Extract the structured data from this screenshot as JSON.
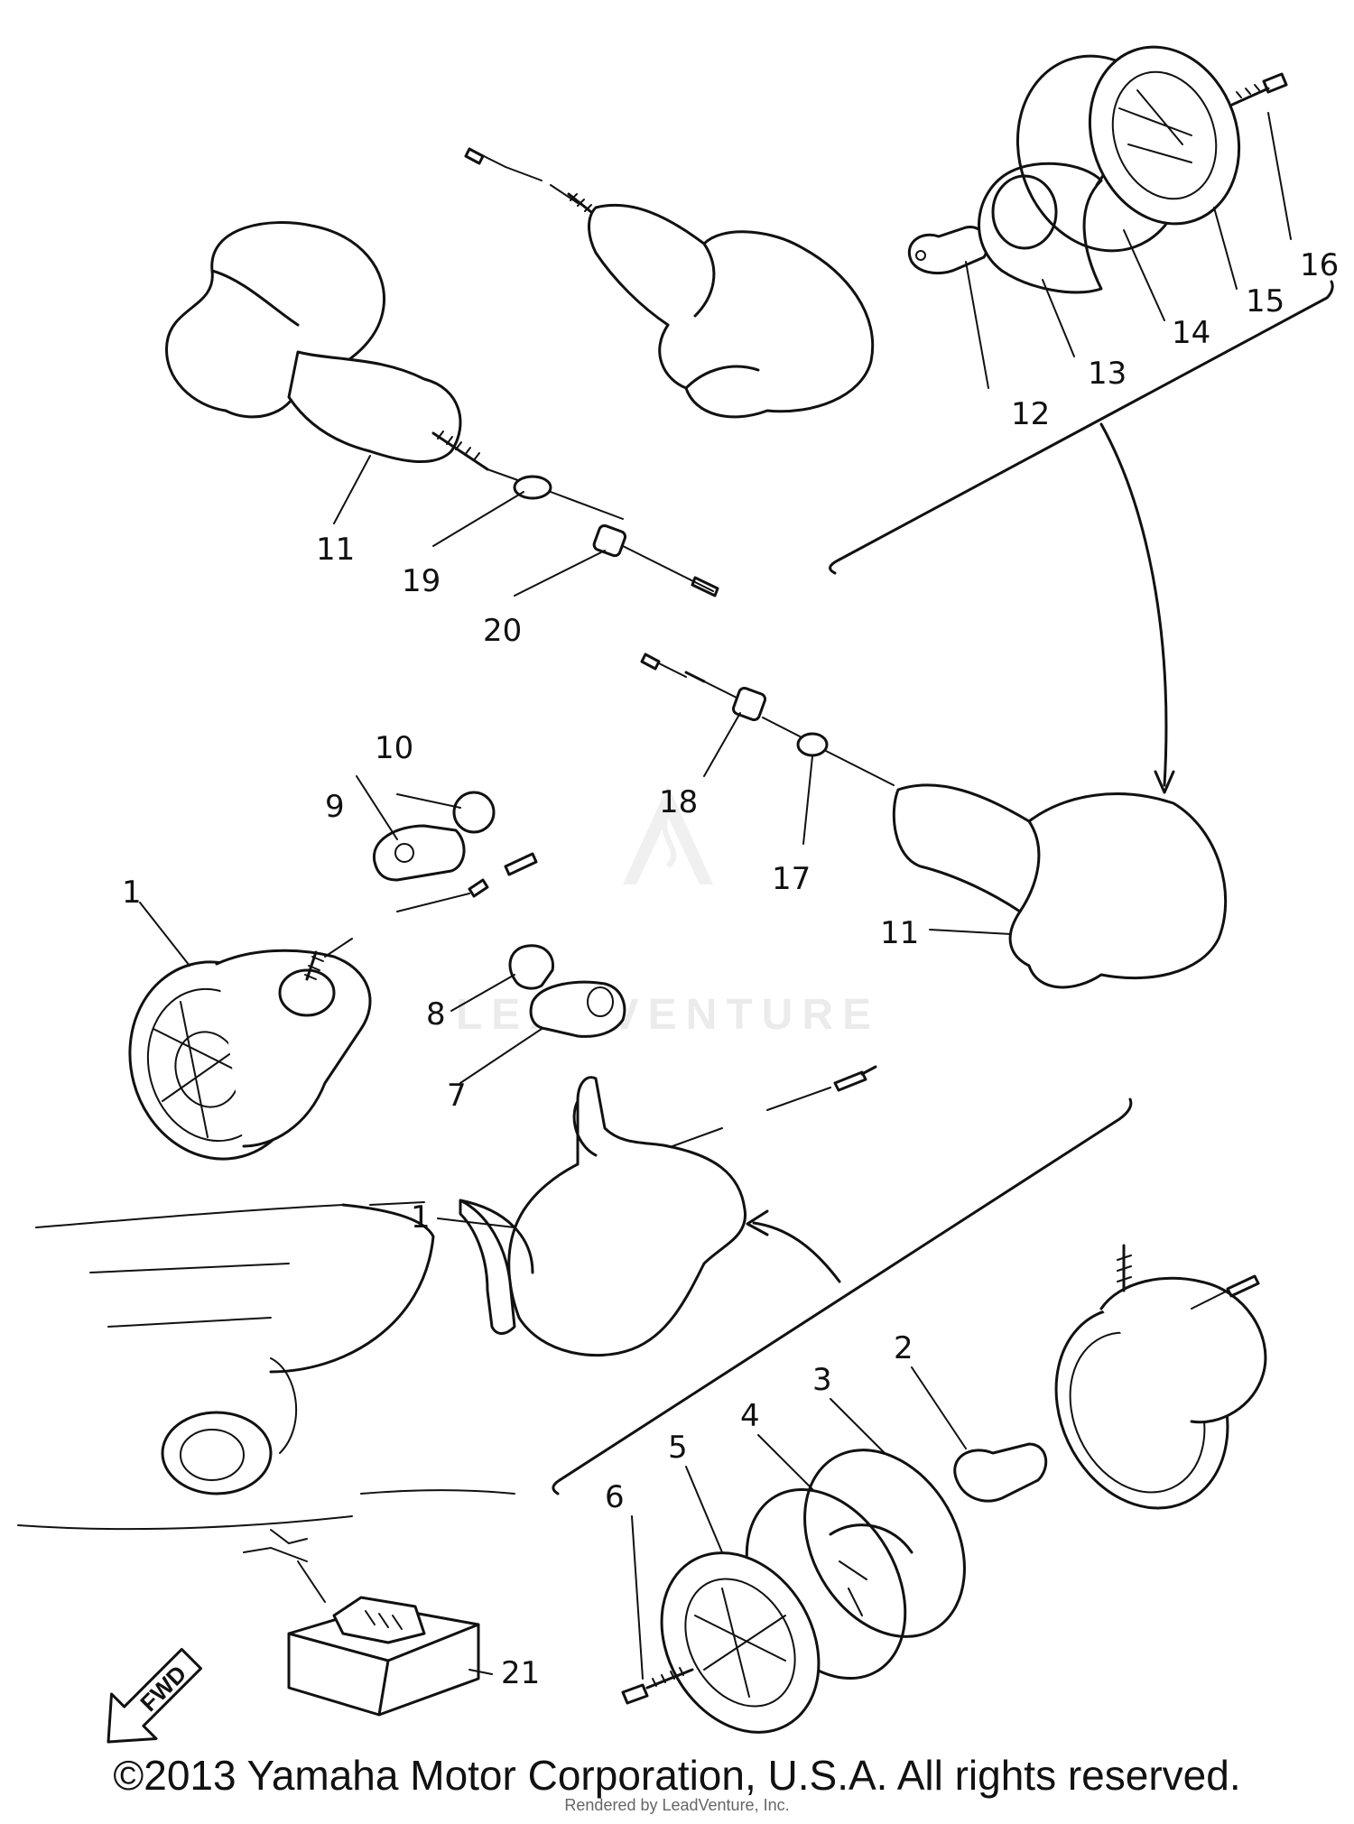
{
  "callouts": {
    "n1a": "1",
    "n1b": "1",
    "n2": "2",
    "n3": "3",
    "n4": "4",
    "n5": "5",
    "n6": "6",
    "n7": "7",
    "n8": "8",
    "n9": "9",
    "n10": "10",
    "n11a": "11",
    "n11b": "11",
    "n12": "12",
    "n13": "13",
    "n14": "14",
    "n15": "15",
    "n16": "16",
    "n17": "17",
    "n18": "18",
    "n19": "19",
    "n20": "20",
    "n21": "21"
  },
  "fwd_label": "FWD",
  "watermark": "LEADVENTURE",
  "copyright": "©2013 Yamaha Motor Corporation, U.S.A. All rights reserved.",
  "rendered_by": "Rendered by LeadVenture, Inc."
}
